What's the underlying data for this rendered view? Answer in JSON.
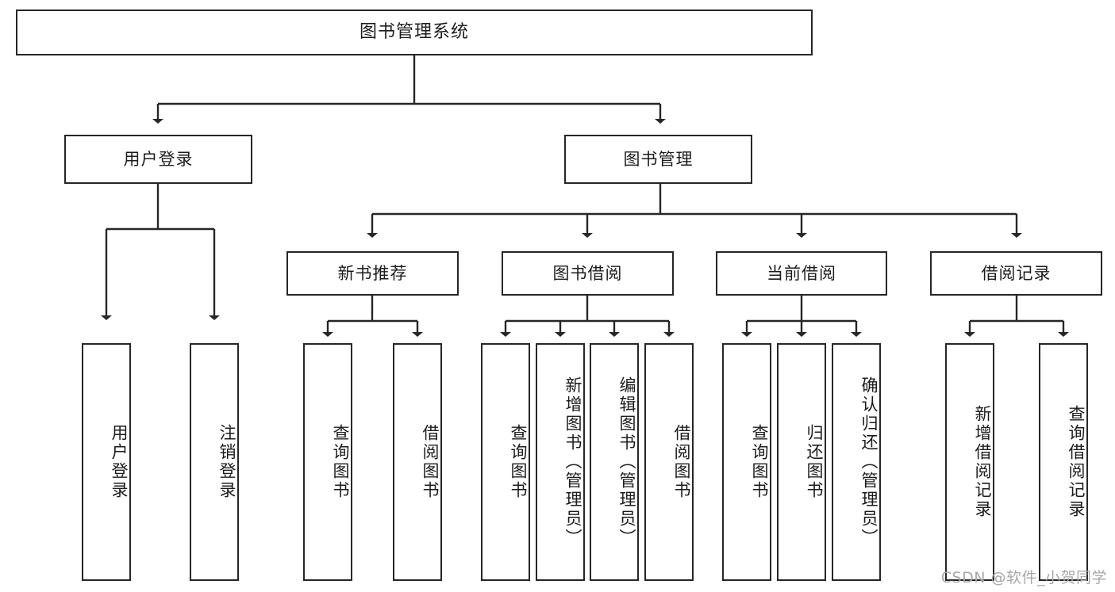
{
  "diagram": {
    "title": "图书管理系统",
    "type": "tree-hierarchy",
    "root": {
      "label": "图书管理系统"
    },
    "level2": [
      {
        "label": "用户登录"
      },
      {
        "label": "图书管理"
      }
    ],
    "level3": [
      {
        "label": "新书推荐"
      },
      {
        "label": "图书借阅"
      },
      {
        "label": "当前借阅"
      },
      {
        "label": "借阅记录"
      }
    ],
    "leaves": {
      "user_login": [
        {
          "label": "用户登录"
        },
        {
          "label": "注销登录"
        }
      ],
      "new_book_recommend": [
        {
          "label": "查询图书"
        },
        {
          "label": "借阅图书"
        }
      ],
      "book_borrow": [
        {
          "label": "查询图书"
        },
        {
          "label": "新增图书（管理员）"
        },
        {
          "label": "编辑图书（管理员）"
        },
        {
          "label": "借阅图书"
        }
      ],
      "current_borrow": [
        {
          "label": "查询图书"
        },
        {
          "label": "归还图书"
        },
        {
          "label": "确认归还（管理员）"
        }
      ],
      "borrow_record": [
        {
          "label": "新增借阅记录"
        },
        {
          "label": "查询借阅记录"
        }
      ]
    }
  },
  "watermark": {
    "text": "CSDN @软件_小贺同学"
  },
  "colors": {
    "stroke": "#262626",
    "background": "#ffffff",
    "text": "#1c1c1c",
    "watermark": "#a8a8a8"
  }
}
